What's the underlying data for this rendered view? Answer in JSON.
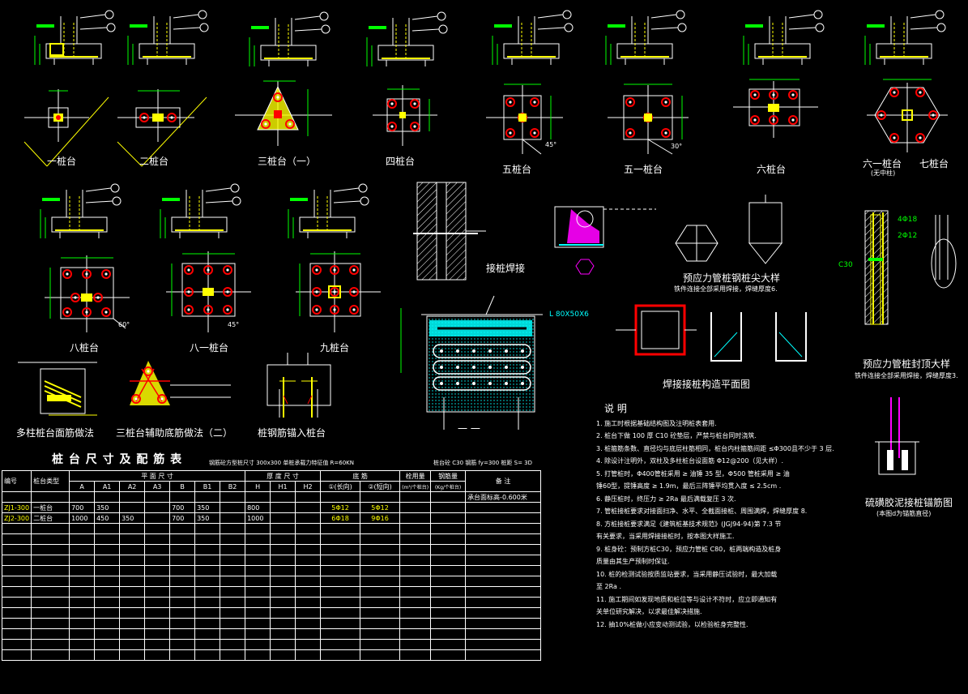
{
  "colors": {
    "background": "#000000",
    "line": "#ffffff",
    "yellow": "#ffff00",
    "green": "#00ff00",
    "red": "#ff0000",
    "cyan": "#00ffff",
    "magenta": "#ff00ff"
  },
  "drawing_labels": {
    "one_pile": "一桩台",
    "two_pile": "二桩台",
    "three_pile_1": "三桩台（一）",
    "four_pile": "四桩台",
    "five_pile": "五桩台",
    "five_1_pile": "五一桩台",
    "six_pile": "六桩台",
    "six_1_pile": "六一桩台",
    "six_1_note": "(无中柱)",
    "seven_pile": "七桩台",
    "eight_pile": "八桩台",
    "eight_1_pile": "八一桩台",
    "nine_pile": "九桩台",
    "multi_face": "多柱桩台面筋做法",
    "three_aux": "三桩台辅助底筋做法（二）",
    "anchor": "桩钢筋锚入桩台",
    "splice": "接桩焊接",
    "tip_detail": "预应力管桩钢桩尖大样",
    "tip_note": "铁件连接全部采用焊接，焊缝厚度6.",
    "weld_plan": "焊接接桩构造平面图",
    "top_detail": "预应力管桩封顶大样",
    "top_note": "铁件连接全部采用焊接，焊缝厚度3.",
    "sulfur": "硫磺胶泥接桩锚筋图",
    "sulfur_note": "(本图d为锚筋直径)",
    "section": "一 一",
    "angle_45": "45°",
    "angle_30": "30°",
    "angle_60": "60°",
    "angle_45b": "45°",
    "c30": "C30",
    "bar_4d18": "4Φ18",
    "bar_2d12": "2Φ12",
    "L_steel": "L 80X50X6"
  },
  "notes": {
    "title": "说 明",
    "lines": [
      "1. 施工时根据基础结构图及注明桩表套用.",
      "2. 桩台下做 100 厚 C10 砼垫层，严禁与桩台同时浇筑.",
      "3. 桩箍筋条数、直径均与底层柱筋相同，桩台内柱箍筋间距 ≤Φ300且不少于 3 层.",
      "4. 除设计注明外，双柱及多柱桩台设面筋 Φ12@200（见大样）.",
      "5. 打管桩时，Φ400管桩采用 ≥ 油锤 35 型，Φ500 管桩采用 ≥ 油",
      "   锤60型，提锤高度 ≥ 1.9m，最后三阵锤平均贯入度 ≤ 2.5cm .",
      "6. 静压桩时，终压力 ≥ 2Ra 最后满载复压 3 次.",
      "7. 管桩接桩要求对接面扫净、水平、全截面接桩、周围满焊，焊缝厚度 8.",
      "8. 方桩接桩要求满足《建筑桩基技术规范》(JGJ94-94)第 7.3 节",
      "   有关要求，当采用焊接接桩时，按本图大样施工.",
      "9. 桩身砼：预制方桩C30，预应力管桩 C80，桩两端构造及桩身",
      "   质量由其生产预制时保证.",
      "10. 桩的检测试验按质监站要求，当采用静压试验时，最大加载",
      "    至 2Ra .",
      "11. 施工期间如发现地质和桩位等与设计不符时，应立即通知有",
      "    关单位研究解决，以求最佳解决措施.",
      "12. 抽10%桩做小应变动测试验，以检验桩身完整性."
    ]
  },
  "table": {
    "title": "桩 台 尺 寸 及 配 筋 表",
    "sub1": "钢筋砼方型桩尺寸 300x300  单桩承载力特征值 R=60KN",
    "sub2": "桩台砼 C30 钢筋 fy=300 桩距 S= 3D",
    "head1": {
      "no": "编号",
      "type": "桩台类型",
      "plan": "平 面 尺 寸",
      "thick": "厚 度 尺 寸",
      "bottom": "底 筋",
      "bolt": "栓用量",
      "steel": "钢筋量",
      "remark": "备 注"
    },
    "head2": [
      "A",
      "A1",
      "A2",
      "A3",
      "B",
      "B1",
      "B2",
      "H",
      "H1",
      "H2",
      "①(长向)",
      "②(短向)",
      "(m³/个桩台)",
      "(Kg/个桩台)"
    ],
    "remark_row": "承台面标高-0.600米",
    "rows": [
      {
        "no": "ZJ1-300",
        "type": "一桩台",
        "A": "700",
        "A1": "350",
        "A2": "",
        "A3": "",
        "B": "700",
        "B1": "350",
        "B2": "",
        "H": "800",
        "H1": "",
        "H2": "",
        "r1": "5Φ12",
        "r2": "5Φ12"
      },
      {
        "no": "ZJ2-300",
        "type": "二桩台",
        "A": "1000",
        "A1": "450",
        "A2": "350",
        "A3": "",
        "B": "700",
        "B1": "350",
        "B2": "",
        "H": "1000",
        "H1": "",
        "H2": "",
        "r1": "6Φ18",
        "r2": "9Φ16"
      }
    ],
    "empty_rows": 13
  }
}
